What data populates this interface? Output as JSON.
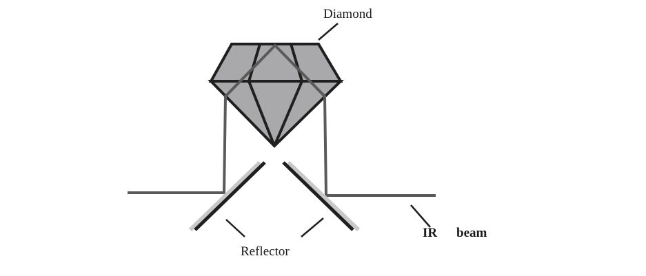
{
  "labels": {
    "diamond": "Diamond",
    "reflector": "Reflector",
    "ir_beam_prefix": "IR",
    "ir_beam_suffix": "beam"
  },
  "colors": {
    "diamond_fill": "#a9a9ab",
    "diamond_edge": "#1f1f1f",
    "beam": "#5a5a5a",
    "reflector_face": "#1f1f1f",
    "reflector_shade": "#c8c8c8",
    "leader": "#1f1f1f"
  }
}
